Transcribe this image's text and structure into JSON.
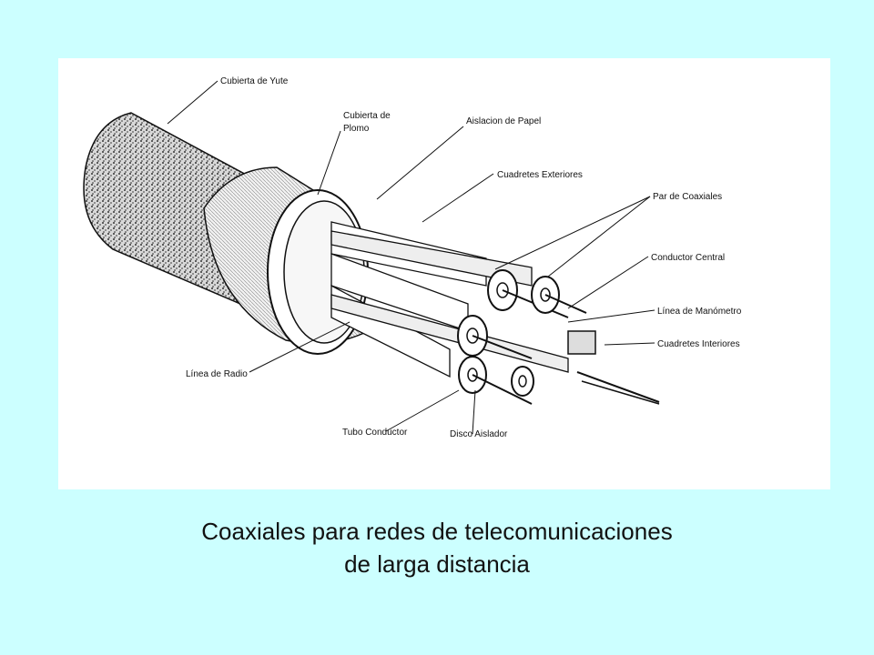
{
  "diagram": {
    "labels": {
      "cubierta_yute": "Cubierta de Yute",
      "cubierta_plomo_1": "Cubierta de",
      "cubierta_plomo_2": "Plomo",
      "aislacion_papel": "Aislacion de Papel",
      "cuadretes_exteriores": "Cuadretes Exteriores",
      "par_coaxiales": "Par de Coaxiales",
      "conductor_central": "Conductor Central",
      "linea_manometro": "Línea de Manómetro",
      "cuadretes_interiores": "Cuadretes Interiores",
      "linea_radio": "Línea de Radio",
      "tubo_conductor": "Tubo Conductor",
      "disco_aislador": "Disco Aislador"
    }
  },
  "caption": {
    "line1": "Coaxiales para redes de telecomunicaciones",
    "line2": "de larga distancia"
  }
}
